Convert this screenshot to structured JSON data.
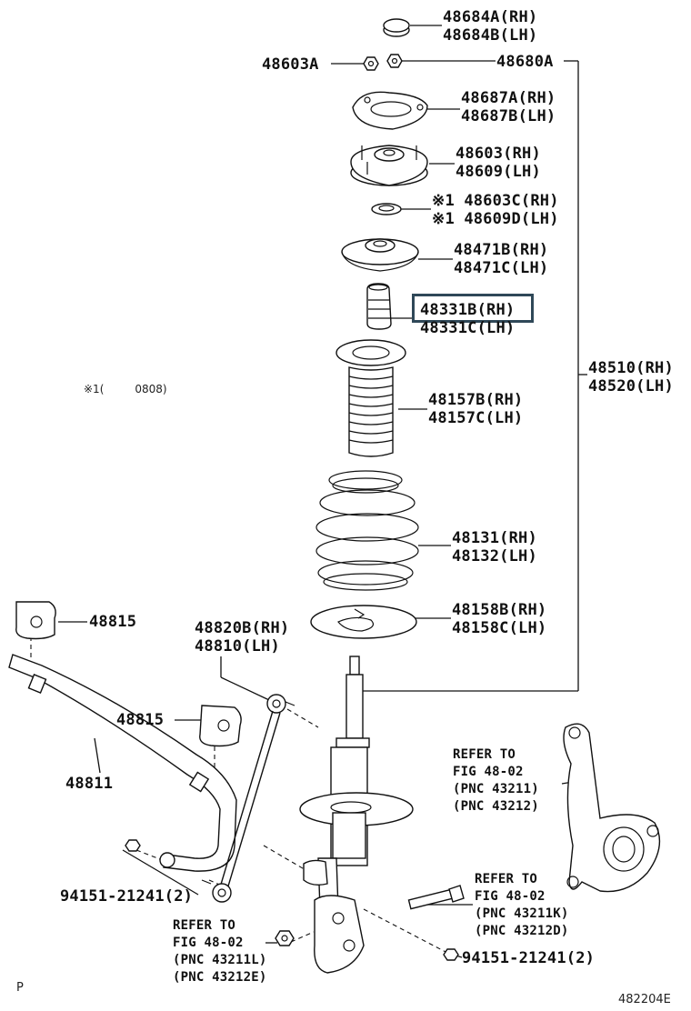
{
  "diagram": {
    "figure_id": "482204E",
    "corner_mark": "P",
    "highlighted_part": "48331B (RH)",
    "footnote": {
      "mark": "※1",
      "open": "(",
      "range": "0808)"
    },
    "labels": {
      "p48684": [
        "48684A(RH)",
        "48684B(LH)"
      ],
      "p48603A": "48603A",
      "p48680A": "48680A",
      "p48687": [
        "48687A(RH)",
        "48687B(LH)"
      ],
      "p48603": [
        "48603(RH)",
        "48609(LH)"
      ],
      "p48603C": [
        "※1 48603C(RH)",
        "※1 48609D(LH)"
      ],
      "p48471": [
        "48471B(RH)",
        "48471C(LH)"
      ],
      "p48331": [
        "48331B(RH)",
        "48331C(LH)"
      ],
      "p48510": [
        "48510(RH)",
        "48520(LH)"
      ],
      "p48157": [
        "48157B(RH)",
        "48157C(LH)"
      ],
      "p48131": [
        "48131(RH)",
        "48132(LH)"
      ],
      "p48158": [
        "48158B(RH)",
        "48158C(LH)"
      ],
      "p48815a": "48815",
      "p48820": [
        "48820B(RH)",
        "48810(LH)"
      ],
      "p48815b": "48815",
      "p48811": "48811",
      "refer1": [
        "REFER TO",
        "FIG 48-02",
        "(PNC 43211)",
        "(PNC 43212)"
      ],
      "refer2": [
        "REFER TO",
        "FIG 48-02",
        "(PNC 43211K)",
        "(PNC 43212D)"
      ],
      "refer3": [
        "REFER TO",
        "FIG 48-02",
        "(PNC 43211L)",
        "(PNC 43212E)"
      ],
      "p94151a": "94151-21241(2)",
      "p94151b": "94151-21241(2)"
    }
  }
}
